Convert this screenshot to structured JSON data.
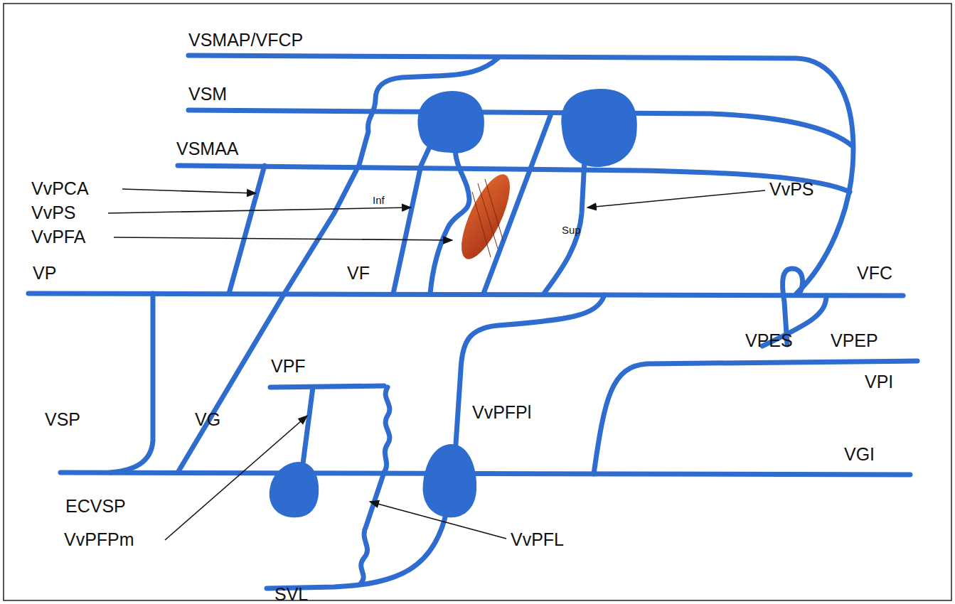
{
  "diagram": {
    "labels": [
      "VSMAP/VFCP",
      "VSM",
      "VSMAA",
      "VvPCA",
      "VvPS",
      "VvPFA",
      "Inf",
      "VvPS",
      "Sup",
      "VP",
      "VF",
      "VFC",
      "VPES",
      "VPEP",
      "VPF",
      "VSP",
      "VG",
      "VvPFPl",
      "VPI",
      "VGI",
      "ECVSP",
      "VvPFPm",
      "VvPFL",
      "SVL"
    ]
  }
}
